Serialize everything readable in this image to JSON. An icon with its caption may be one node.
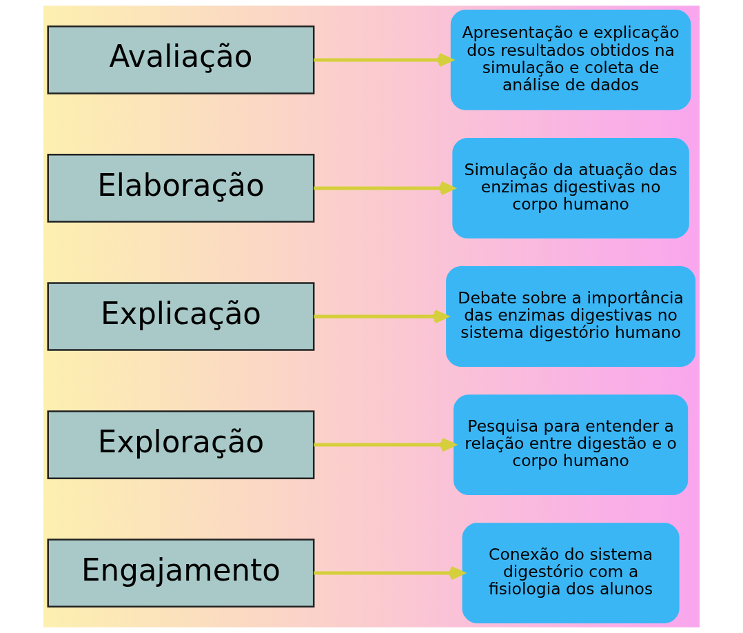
{
  "diagram": {
    "nodes": [
      {
        "text": [
          "Engajamento"
        ]
      },
      {
        "text": [
          "Conexão do sistema digestório com a fisiologia dos alunos"
        ]
      },
      {
        "text": [
          "Exploração"
        ]
      },
      {
        "text": [
          "Pesquisa para entender a relação entre digestão e o corpo humano"
        ]
      },
      {
        "text": [
          "Explicação"
        ]
      },
      {
        "text": [
          "Debate sobre a importância das enzimas digestivas no sistema digestório humano"
        ]
      },
      {
        "text": [
          "Elaboração"
        ]
      },
      {
        "text": [
          "Simulação da atuação das enzimas digestivas no corpo humano"
        ]
      },
      {
        "text": [
          "Avaliação"
        ]
      },
      {
        "text": [
          "Apresentação e explicação dos resultados obtidos na simulação e coleta de análise de dados"
        ]
      }
    ],
    "edges": [
      {
        "from": 0,
        "to": 1,
        "arrow": "to"
      },
      {
        "from": 2,
        "to": 3,
        "arrow": "to"
      },
      {
        "from": 4,
        "to": 5,
        "arrow": "to"
      },
      {
        "from": 6,
        "to": 7,
        "arrow": "to"
      },
      {
        "from": 8,
        "to": 9,
        "arrow": "to"
      }
    ]
  }
}
